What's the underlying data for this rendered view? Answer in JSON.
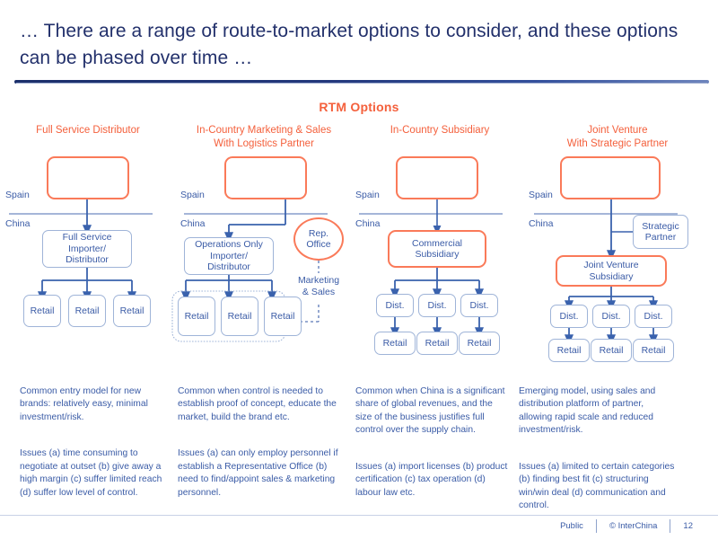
{
  "slide": {
    "title": "… There are a range of route-to-market options to consider, and these options can be phased over time …",
    "section_heading": "RTM Options",
    "accent_orange": "#f4603c",
    "node_orange": "#fa7a59",
    "blue_text": "#3a5ba6",
    "navy": "#22306b"
  },
  "geo": {
    "spain": "Spain",
    "china": "China"
  },
  "columns": [
    {
      "header": "Full Service Distributor",
      "hq_label": "",
      "main_node": "Full Service\nImporter/\nDistributor",
      "tier_labels": [
        "Retail",
        "Retail",
        "Retail"
      ],
      "copy": [
        "Common entry model for new brands: relatively easy, minimal investment/risk.",
        "Issues (a) time consuming to negotiate at outset (b) give away a high margin (c) suffer limited reach (d) suffer low level of control."
      ]
    },
    {
      "header": "In-Country Marketing & Sales\nWith Logistics Partner",
      "hq_label": "",
      "main_node": "Operations Only\nImporter/\nDistributor",
      "side_node": "Rep.\nOffice",
      "side_connector_label": "Marketing\n& Sales",
      "tier_labels": [
        "Retail",
        "Retail",
        "Retail"
      ],
      "copy": [
        "Common when control is needed to establish proof of concept, educate the market, build the brand etc.",
        "Issues (a) can only employ personnel if establish a Representative Office (b) need to find/appoint sales & marketing personnel."
      ]
    },
    {
      "header": "In-Country Subsidiary",
      "hq_label": "",
      "main_node": "Commercial\nSubsidiary",
      "dist_labels": [
        "Dist.",
        "Dist.",
        "Dist."
      ],
      "tier_labels": [
        "Retail",
        "Retail",
        "Retail"
      ],
      "copy": [
        "Common when China is a significant share of global revenues, and the size of the business justifies full control over the supply chain.",
        "Issues (a) import licenses (b) product certification (c) tax operation (d) labour law etc."
      ]
    },
    {
      "header": "Joint Venture\nWith Strategic Partner",
      "hq_label": "",
      "main_node": "Joint Venture\nSubsidiary",
      "side_node": "Strategic\nPartner",
      "dist_labels": [
        "Dist.",
        "Dist.",
        "Dist."
      ],
      "tier_labels": [
        "Retail",
        "Retail",
        "Retail"
      ],
      "copy": [
        "Emerging model, using sales and distribution platform of partner, allowing rapid scale and reduced investment/risk.",
        "Issues (a) limited to certain categories (b) finding best fit (c) structuring win/win deal (d) communication and control."
      ]
    }
  ],
  "footer": {
    "classification": "Public",
    "copyright": "© InterChina",
    "page_number": "12"
  }
}
